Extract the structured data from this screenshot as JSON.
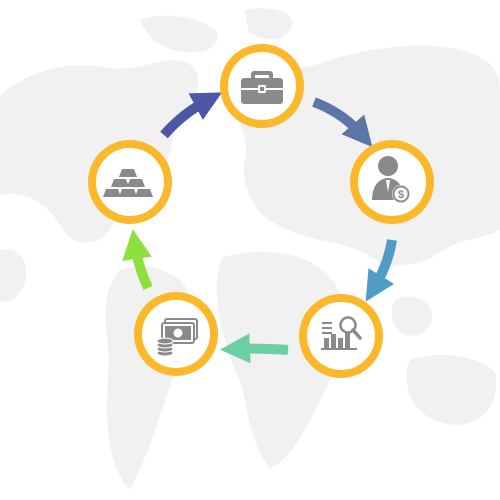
{
  "diagram": {
    "type": "cycle",
    "nodes": [
      {
        "id": "top",
        "icon": "briefcase-icon"
      },
      {
        "id": "right",
        "icon": "businessman-dollar-icon"
      },
      {
        "id": "bottom-right",
        "icon": "bar-chart-magnifier-icon"
      },
      {
        "id": "bottom-left",
        "icon": "cash-coins-icon"
      },
      {
        "id": "left",
        "icon": "gold-bars-icon"
      }
    ],
    "arrows": [
      {
        "from": "top",
        "to": "right",
        "color": "#5d76a8"
      },
      {
        "from": "right",
        "to": "bottom-right",
        "color": "#4f9cc4"
      },
      {
        "from": "bottom-right",
        "to": "bottom-left",
        "color": "#6ccfa1"
      },
      {
        "from": "bottom-left",
        "to": "left",
        "color": "#8ee03f"
      },
      {
        "from": "left",
        "to": "top",
        "color": "#4c57a6"
      }
    ],
    "colors": {
      "ring": "#fbb82a",
      "icon": "#8a8a8a",
      "map": "#f1f1f1"
    }
  }
}
